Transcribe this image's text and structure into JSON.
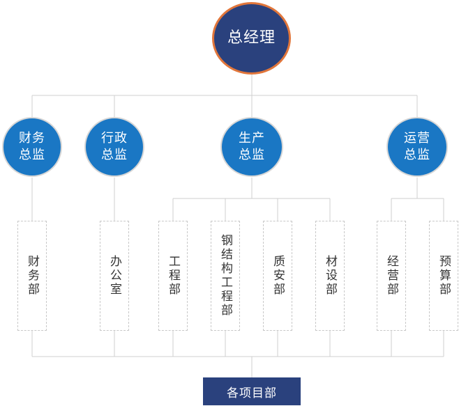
{
  "top": {
    "label": "总经理"
  },
  "directors": [
    {
      "label": "财务\n总监"
    },
    {
      "label": "行政\n总监"
    },
    {
      "label": "生产\n总监"
    },
    {
      "label": "运营\n总监"
    }
  ],
  "departments": [
    {
      "label": "财务部"
    },
    {
      "label": "办公室"
    },
    {
      "label": "工程部"
    },
    {
      "label": "钢结构工程部"
    },
    {
      "label": "质安部"
    },
    {
      "label": "材设部"
    },
    {
      "label": "经营部"
    },
    {
      "label": "预算部"
    }
  ],
  "bottom": {
    "label": "各项目部"
  },
  "colors": {
    "navy": "#2a417d",
    "blue": "#1a77c4",
    "orange": "#e1763b",
    "line": "#cfcfcf"
  }
}
